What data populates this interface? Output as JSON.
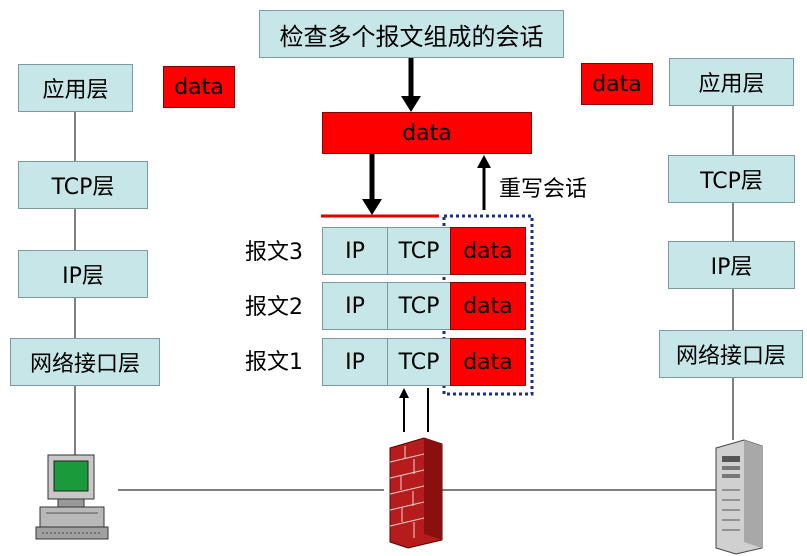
{
  "title": "检查多个报文组成的会话",
  "data_label": "data",
  "rewrite_label": "重写会话",
  "left_stack": [
    "应用层",
    "TCP层",
    "IP层",
    "网络接口层"
  ],
  "right_stack": [
    "应用层",
    "TCP层",
    "IP层",
    "网络接口层"
  ],
  "packets": [
    {
      "name": "报文3",
      "ip": "IP",
      "tcp": "TCP",
      "data": "data"
    },
    {
      "name": "报文2",
      "ip": "IP",
      "tcp": "TCP",
      "data": "data"
    },
    {
      "name": "报文1",
      "ip": "IP",
      "tcp": "TCP",
      "data": "data"
    }
  ],
  "colors": {
    "layer": "#c7e6e8",
    "data": "#ff0000",
    "dotted": "#1a2f8a"
  },
  "icons": [
    "client-computer-icon",
    "firewall-icon",
    "server-icon"
  ]
}
